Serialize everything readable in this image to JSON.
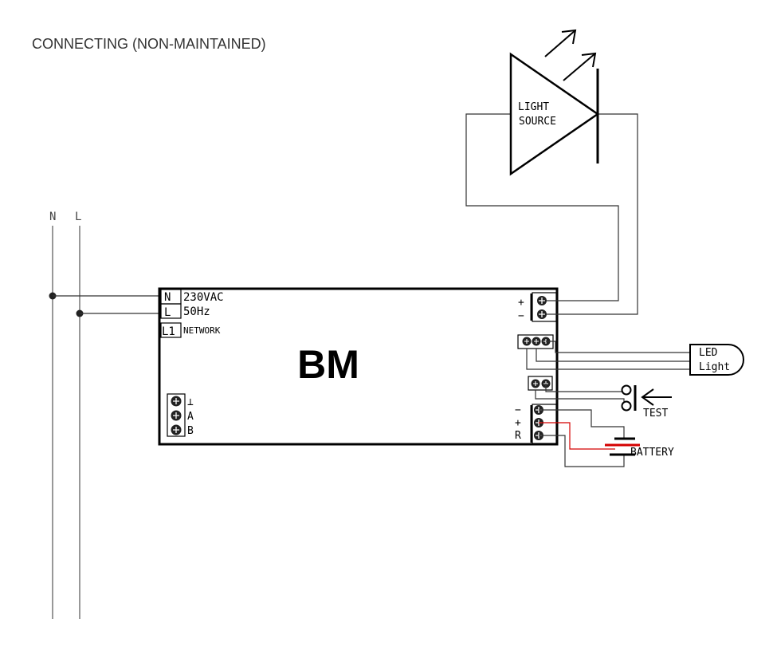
{
  "title": "CONNECTING (NON-MAINTAINED)",
  "mains": {
    "n_label": "N",
    "l_label": "L"
  },
  "module": {
    "name": "BM",
    "terminals": {
      "n": "N",
      "l": "L",
      "l1": "L1"
    },
    "specs": {
      "voltage": "230VAC",
      "frequency": "50Hz",
      "network": "NETWORK"
    },
    "bus_labels": {
      "ground": "⊥",
      "a": "A",
      "b": "B"
    },
    "output_signs": {
      "plus": "+",
      "minus": "−"
    },
    "battery_terms": {
      "minus": "−",
      "plus": "+",
      "r": "R"
    }
  },
  "light_source": {
    "line1": "LIGHT",
    "line2": "SOURCE"
  },
  "led": {
    "line1": "LED",
    "line2": "Light"
  },
  "test": {
    "label": "TEST"
  },
  "battery": {
    "label": "BATTERY"
  },
  "colors": {
    "line": "#000000",
    "wire": "#333333",
    "battery_red": "#d40000"
  }
}
